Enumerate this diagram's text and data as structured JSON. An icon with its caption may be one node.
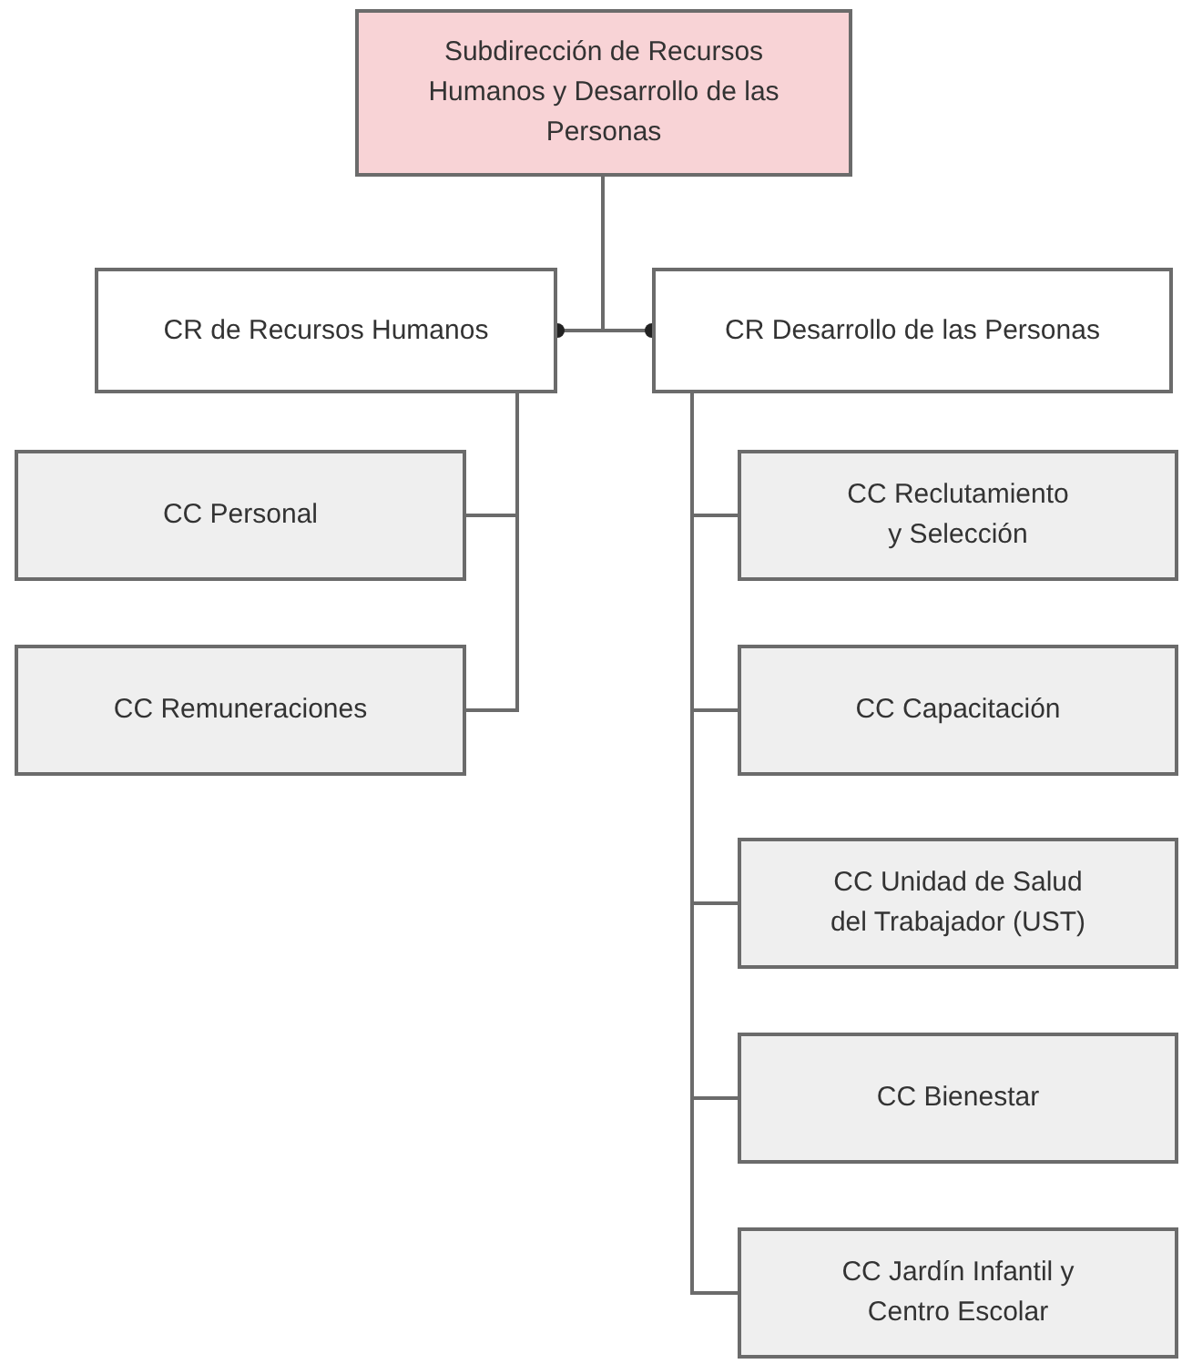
{
  "diagram": {
    "nodes": [
      {
        "text": [
          "Subdirección de Recursos Humanos y Desarrollo de las Personas"
        ]
      },
      {
        "text": [
          "CR de Recursos Humanos"
        ]
      },
      {
        "text": [
          "CR Desarrollo de las Personas"
        ]
      },
      {
        "text": [
          "CC Personal"
        ]
      },
      {
        "text": [
          "CC Remuneraciones"
        ]
      },
      {
        "text": [
          "CC Reclutamiento y Selección"
        ]
      },
      {
        "text": [
          "CC Capacitación"
        ]
      },
      {
        "text": [
          "CC Unidad de Salud del Trabajador (UST)"
        ]
      },
      {
        "text": [
          "CC Bienestar"
        ]
      },
      {
        "text": [
          "CC Jardín Infantil y Centro Escolar"
        ]
      }
    ],
    "edges": [
      {
        "from": 0,
        "to": 1,
        "arrow": "other"
      },
      {
        "from": 0,
        "to": 2,
        "arrow": "other"
      },
      {
        "from": 1,
        "to": 3,
        "arrow": "none"
      },
      {
        "from": 1,
        "to": 4,
        "arrow": "none"
      },
      {
        "from": 2,
        "to": 5,
        "arrow": "none"
      },
      {
        "from": 2,
        "to": 6,
        "arrow": "none"
      },
      {
        "from": 2,
        "to": 7,
        "arrow": "none"
      },
      {
        "from": 2,
        "to": 8,
        "arrow": "none"
      },
      {
        "from": 2,
        "to": 9,
        "arrow": "none"
      }
    ]
  }
}
